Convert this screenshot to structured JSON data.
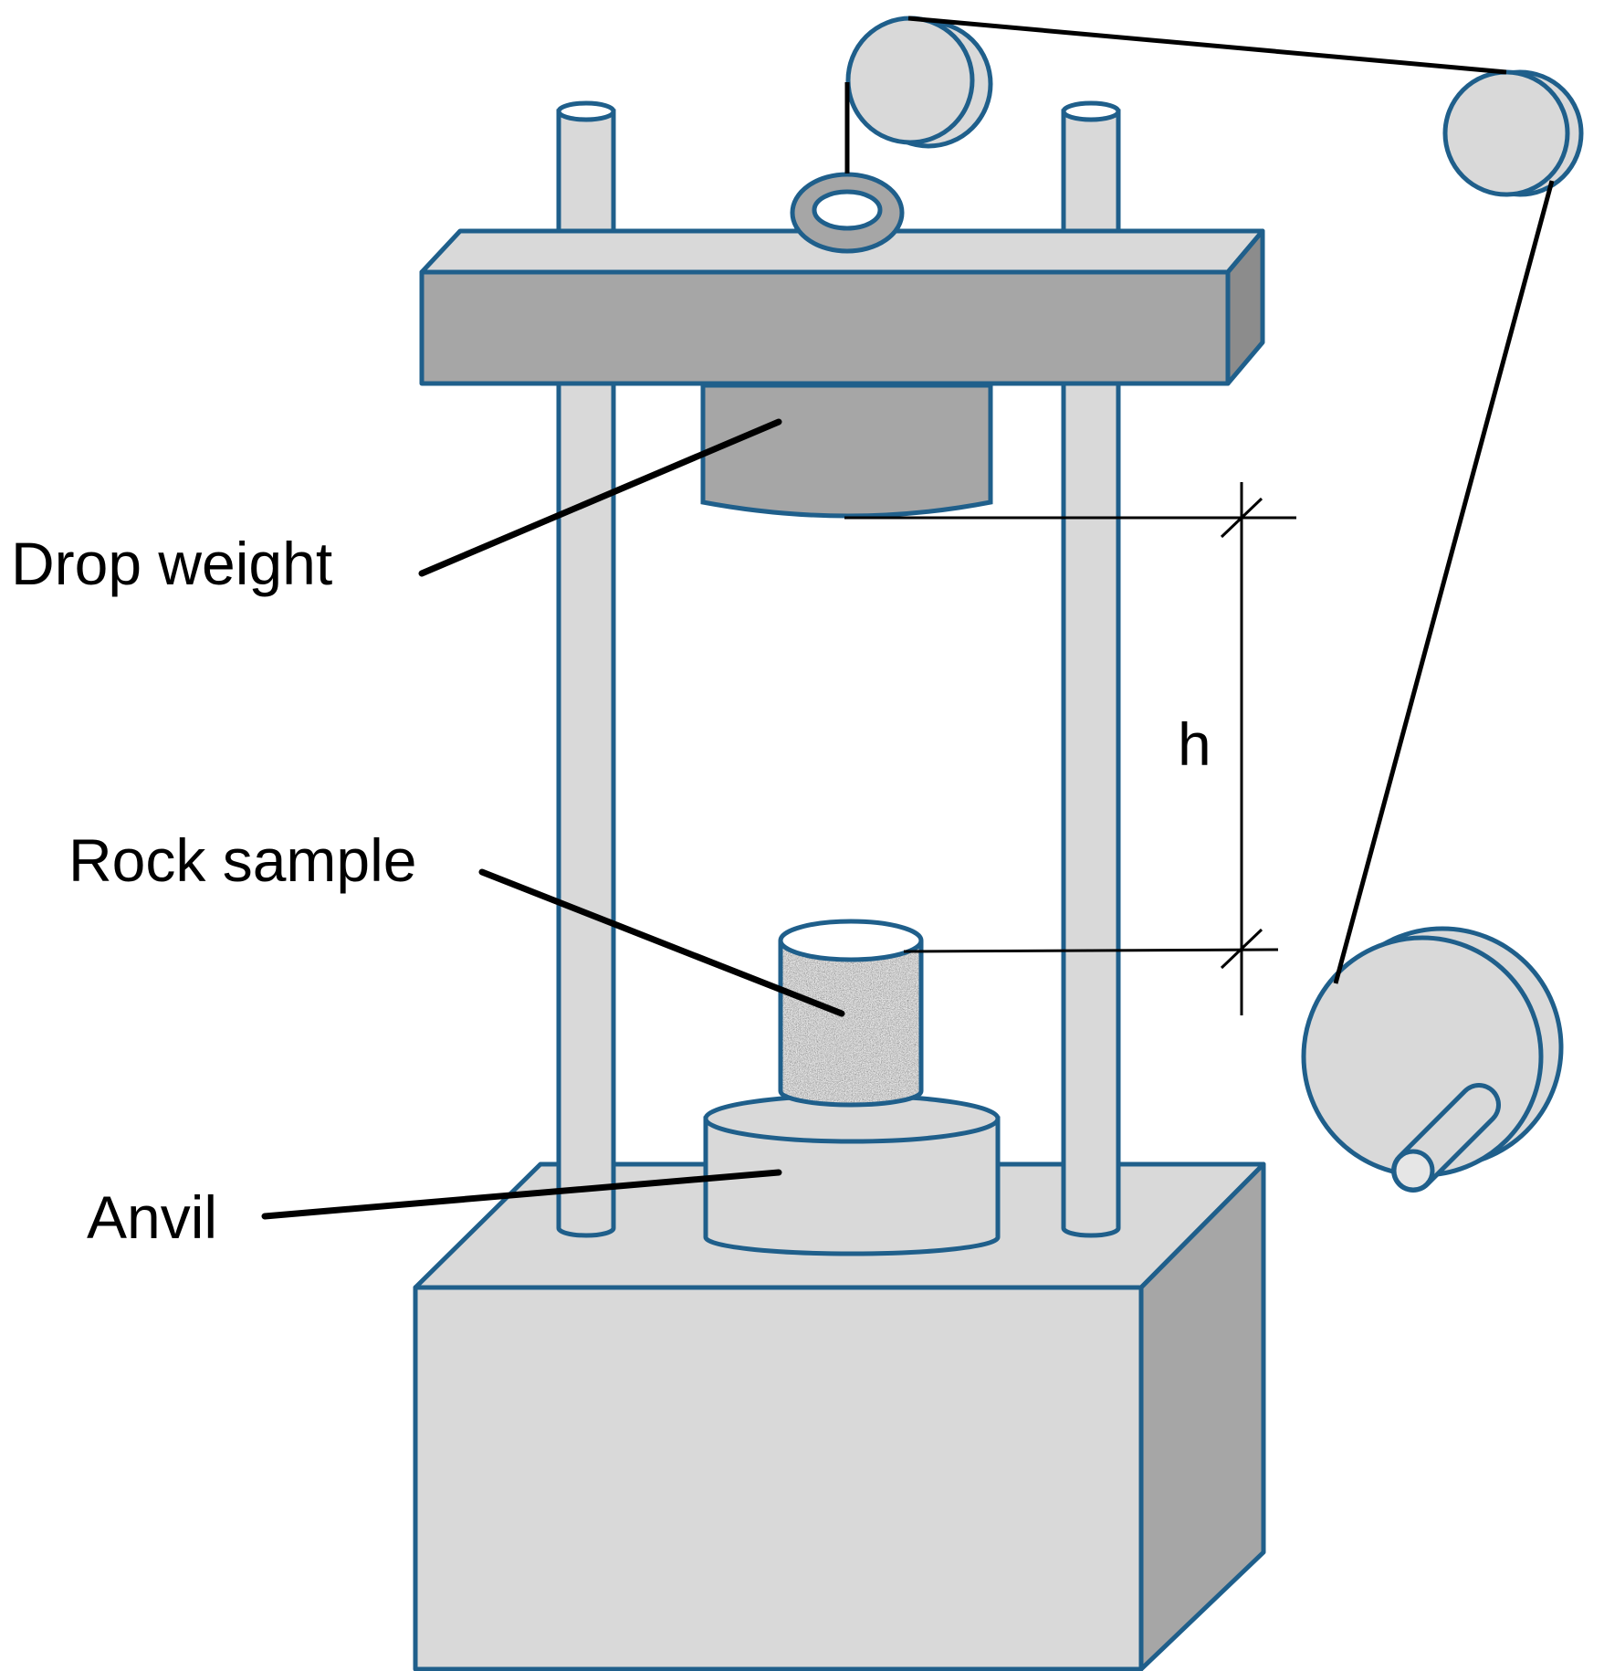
{
  "labels": {
    "drop_weight": "Drop weight",
    "rock_sample": "Rock sample",
    "anvil": "Anvil",
    "height": "h"
  },
  "colors": {
    "outline": "#1f5f8b",
    "light_fill": "#d9d9d9",
    "mid_fill": "#a6a6a6",
    "dark_side": "#8c8c8c",
    "line": "#000000"
  }
}
